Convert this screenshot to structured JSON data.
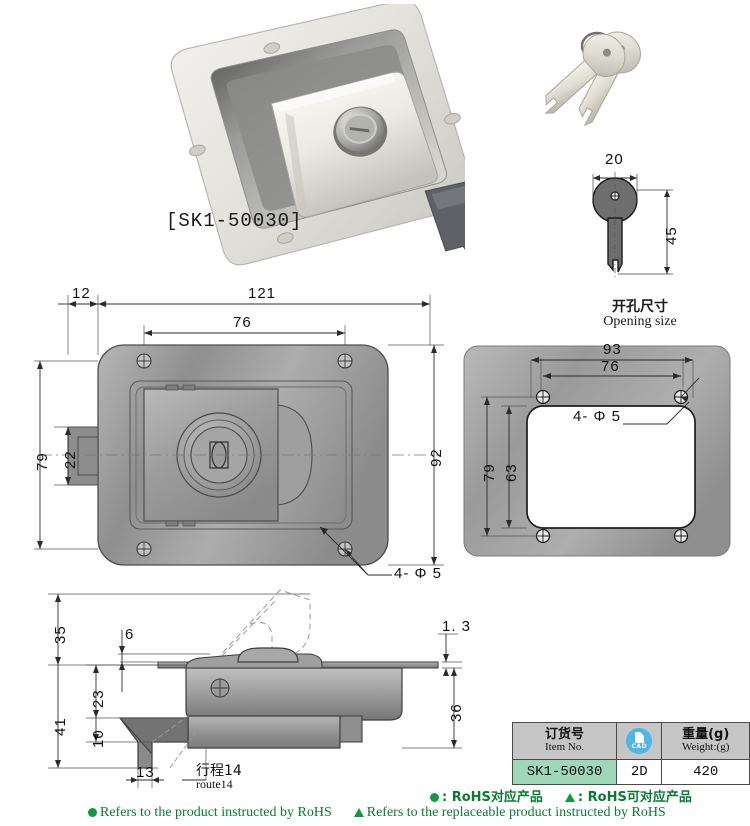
{
  "product": {
    "label": "[SK1-50030]",
    "item_no": "SK1-50030"
  },
  "views": {
    "photo": {
      "name": "latch-photo",
      "caption": "[SK1-50030]"
    },
    "keys_photo": {
      "name": "keys-photo"
    },
    "key_drawing": {
      "name": "key-dimension-drawing",
      "width": "20",
      "height": "45"
    },
    "front": {
      "name": "front-view",
      "dims": {
        "edge_offset": "12",
        "overall_width": "121",
        "hole_spacing_x": "76",
        "overall_height": "92",
        "left_height": "79",
        "bolt_height": "22",
        "hole_note": "4- Φ 5"
      }
    },
    "opening": {
      "name": "opening-size-view",
      "title_cn": "开孔尺寸",
      "title_en": "Opening size",
      "dims": {
        "hole_spacing_x": "93",
        "cut_width": "76",
        "hole_spacing_y": "79",
        "cut_height": "63",
        "hole_note": "4- Φ 5"
      }
    },
    "side": {
      "name": "side-section-view",
      "dims": {
        "total_above": "35",
        "panel_offset": "6",
        "plate_thickness": "1. 3",
        "total_below": "41",
        "body_depth": "23",
        "hook_depth": "10",
        "housing_depth": "36",
        "hook_length": "13"
      },
      "route_cn": "行程14",
      "route_en": "route14"
    }
  },
  "spec_table": {
    "headers": [
      {
        "cn": "订货号",
        "en": "Item No."
      },
      {
        "cn": "CAD",
        "en": "CAD"
      },
      {
        "cn": "重量(g)",
        "en": "Weight:(g)"
      }
    ],
    "row": {
      "item_no": "SK1-50030",
      "cad": "2D",
      "weight": "420"
    }
  },
  "footer": {
    "cn_dot": ": RoHS对应产品",
    "cn_tri": ": RoHS可对应产品",
    "en_dot": "Refers to the product instructed by RoHS",
    "en_tri": "Refers to the replaceable product instructed by RoHS"
  },
  "colors": {
    "rohs_green": "#0f9b3f",
    "table_green": "#9ed8b9",
    "cad_blue": "#4fb6e8",
    "metal_gray": "#9a9a9a"
  }
}
